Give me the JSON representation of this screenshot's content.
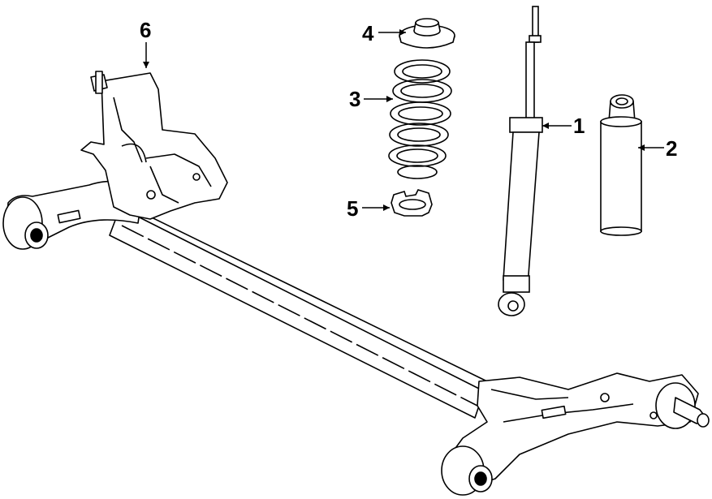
{
  "callouts": {
    "c1": "1",
    "c2": "2",
    "c3": "3",
    "c4": "4",
    "c5": "5",
    "c6": "6"
  },
  "parts": {
    "shock_absorber": "shock-absorber",
    "bump_stop_boot": "bump-stop-boot",
    "coil_spring": "coil-spring",
    "upper_spring_seat": "upper-spring-seat",
    "lower_spring_insulator": "lower-spring-insulator",
    "rear_axle_beam": "rear-axle-beam"
  },
  "colors": {
    "line": "#000000",
    "background": "#ffffff"
  }
}
